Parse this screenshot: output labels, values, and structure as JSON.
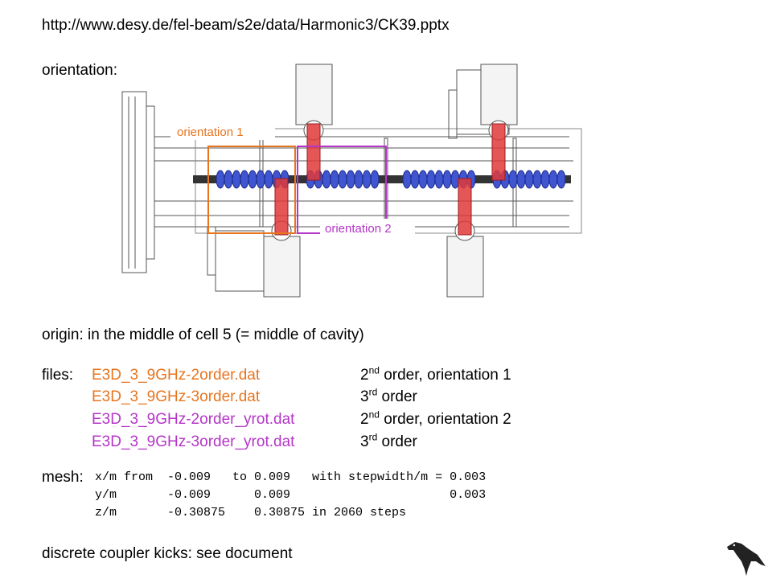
{
  "header": {
    "url": "http://www.desy.de/fel-beam/s2e/data/Harmonic3/CK39.pptx"
  },
  "orientation_label": "orientation:",
  "diagram": {
    "label_orientation_1": "orientation 1",
    "label_orientation_2": "orientation 2",
    "colors": {
      "orientation_1": "#e8741e",
      "orientation_2": "#b535c8",
      "cavity": "#4055d0",
      "coupler": "#e03a3a"
    }
  },
  "origin": "origin: in the middle of cell 5 (= middle of cavity)",
  "files": {
    "label": "files:",
    "rows": [
      {
        "name": "E3D_3_9GHz-2order.dat",
        "order_num": "2",
        "order_sup": "nd",
        "order_rest": " order, orientation 1",
        "color": "#e8741e"
      },
      {
        "name": "E3D_3_9GHz-3order.dat",
        "order_num": "3",
        "order_sup": "rd",
        "order_rest": " order",
        "color": "#e8741e"
      },
      {
        "name": "E3D_3_9GHz-2order_yrot.dat",
        "order_num": "2",
        "order_sup": "nd",
        "order_rest": " order, orientation 2",
        "color": "#b535c8"
      },
      {
        "name": "E3D_3_9GHz-3order_yrot.dat",
        "order_num": "3",
        "order_sup": "rd",
        "order_rest": " order",
        "color": "#b535c8"
      }
    ]
  },
  "mesh": {
    "label": "mesh:",
    "lines": [
      "x/m from  -0.009   to 0.009   with stepwidth/m = 0.003",
      "y/m       -0.009      0.009                      0.003",
      "z/m       -0.30875    0.30875 in 2060 steps"
    ]
  },
  "footer": "discrete coupler kicks: see document"
}
